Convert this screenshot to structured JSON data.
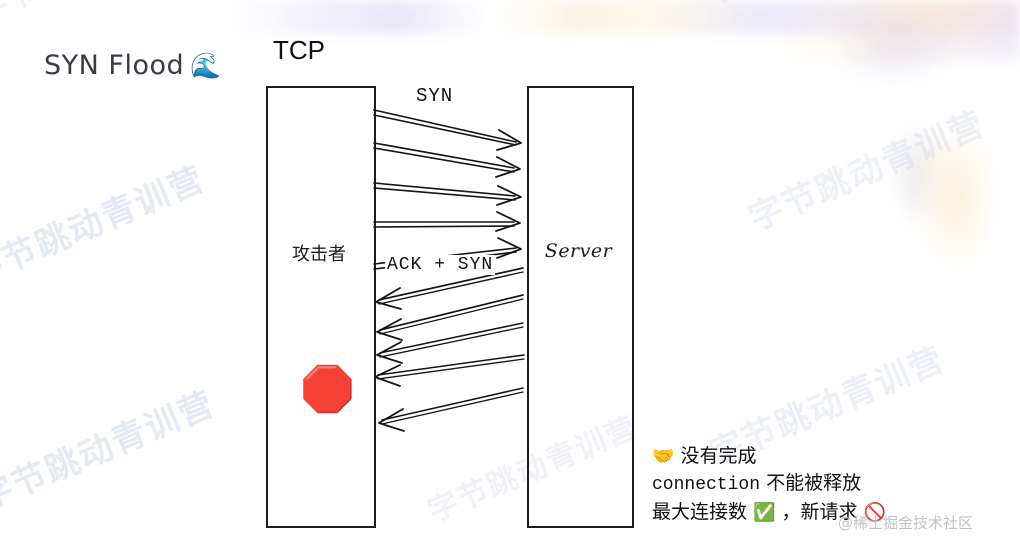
{
  "slide": {
    "title_text": "SYN Flood",
    "title_emoji": "🌊",
    "section_label": "TCP"
  },
  "diagram": {
    "attacker": {
      "label": "攻击者",
      "icon": "🛑",
      "icon_name": "stop-sign-icon"
    },
    "server": {
      "label": "Server"
    },
    "flows": [
      {
        "id": "syn",
        "label": "SYN",
        "direction": "attacker-to-server",
        "count": 5
      },
      {
        "id": "ack-syn",
        "label": "ACK + SYN",
        "direction": "server-to-attacker",
        "count": 5
      }
    ]
  },
  "notes": {
    "line1_emoji": "🤝",
    "line1_text": "没有完成",
    "line2_mono": "connection",
    "line2_text": "不能被释放",
    "line3_prefix": "最大连接数",
    "line3_check": "✅",
    "line3_mid": "，新请求",
    "line3_ban": "🚫"
  },
  "watermarks": {
    "site": "@稀土掘金技术社区",
    "background_text": "字节跳动青训营"
  },
  "colors": {
    "ink": "#1d1d1d",
    "title_ink": "#3a3a46",
    "stop_red": "#e8351a",
    "check_green": "#43b02a",
    "ban_red": "#e02020",
    "watermark_blue": "#c7cfe6"
  }
}
